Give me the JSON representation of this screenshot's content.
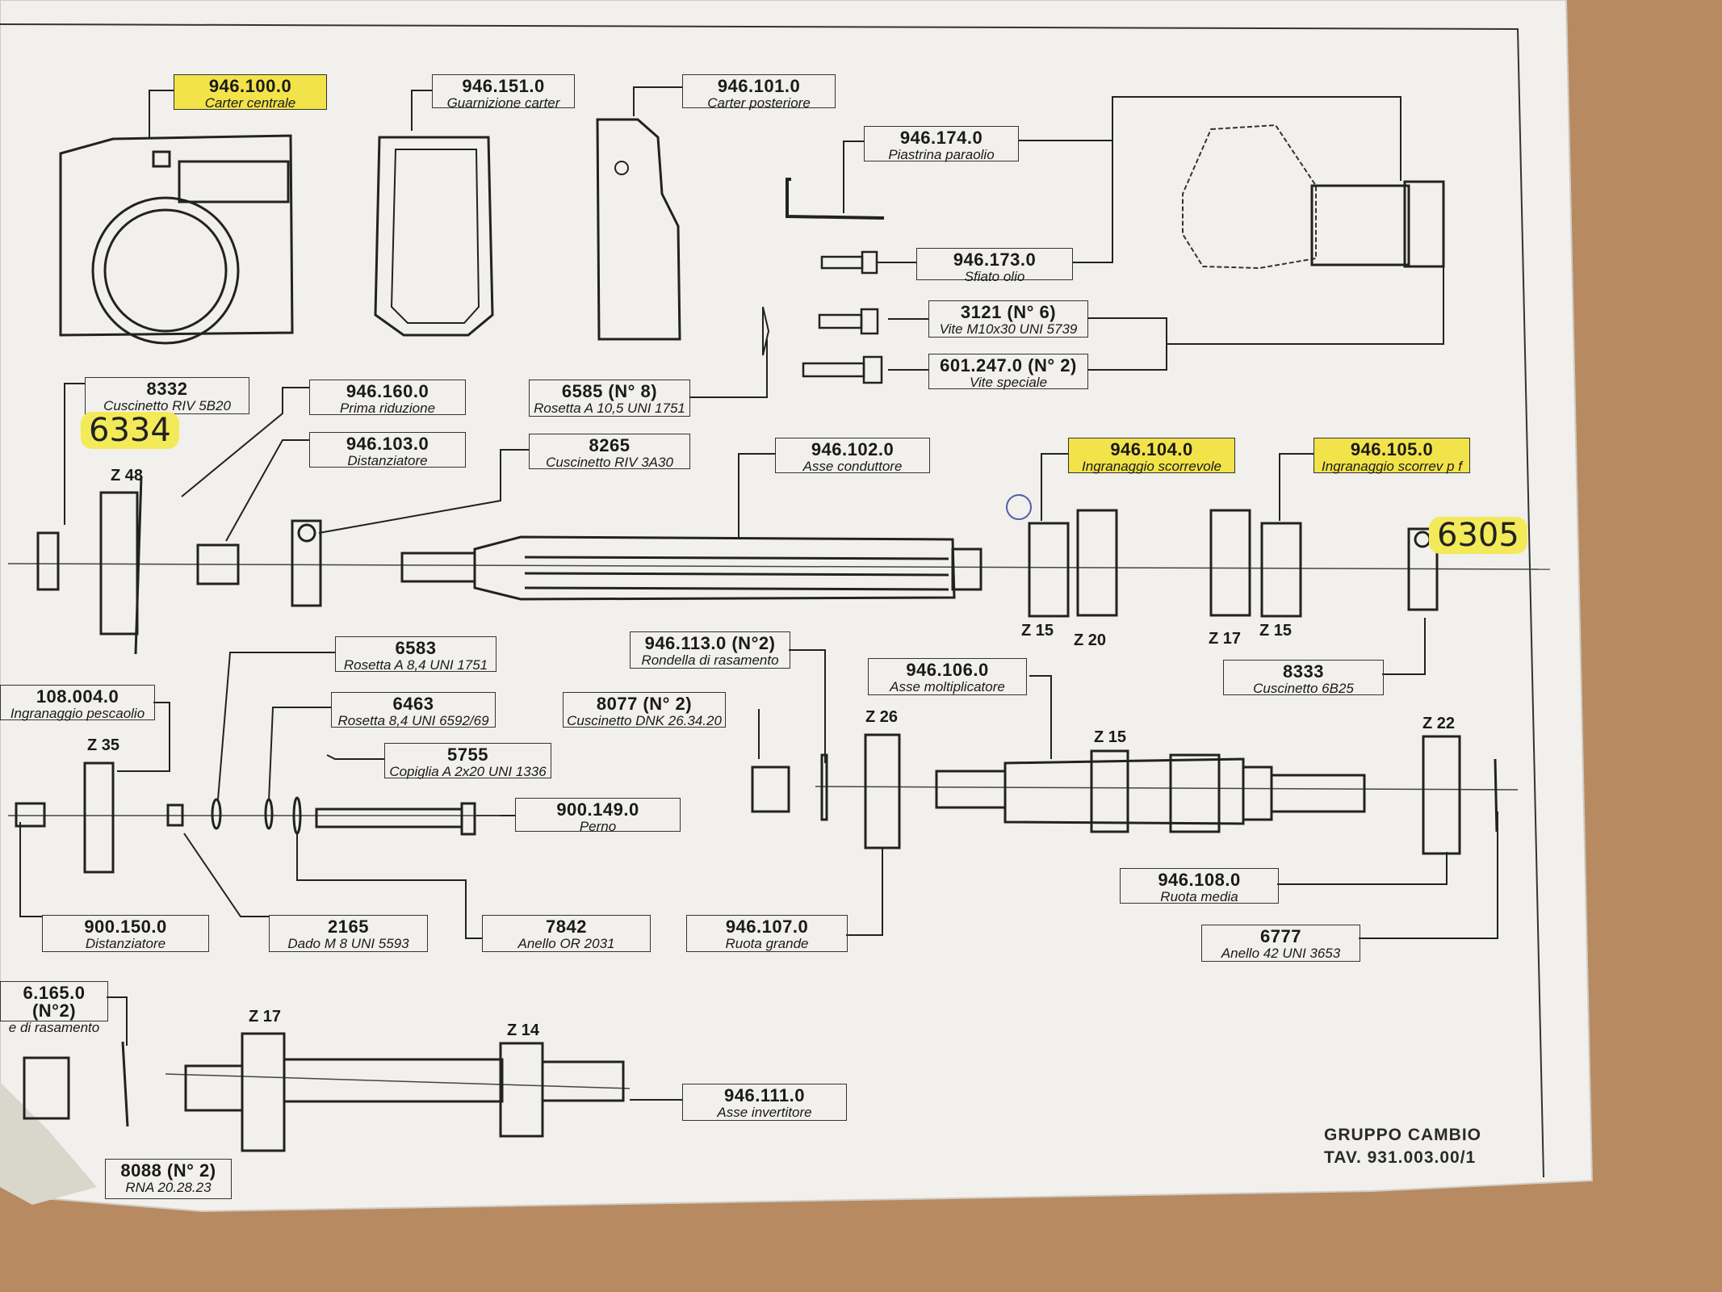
{
  "title": {
    "name": "GRUPPO CAMBIO",
    "table": "TAV. 931.003.00/1"
  },
  "parts": [
    {
      "number": "946.100.0",
      "name": "Carter centrale"
    },
    {
      "number": "946.151.0",
      "name": "Guarnizione carter"
    },
    {
      "number": "946.101.0",
      "name": "Carter posteriore"
    },
    {
      "number": "946.174.0",
      "name": "Piastrina paraolio"
    },
    {
      "number": "946.173.0",
      "name": "Sfiato olio"
    },
    {
      "number": "3121  (N° 6)",
      "name": "Vite M10x30 UNI 5739"
    },
    {
      "number": "601.247.0  (N° 2)",
      "name": "Vite speciale"
    },
    {
      "number": "8332",
      "name": "Cuscinetto RIV 5B20"
    },
    {
      "number": "946.160.0",
      "name": "Prima riduzione"
    },
    {
      "number": "946.103.0",
      "name": "Distanziatore"
    },
    {
      "number": "6585  (N° 8)",
      "name": "Rosetta A 10,5 UNI 1751"
    },
    {
      "number": "8265",
      "name": "Cuscinetto RIV 3A30"
    },
    {
      "number": "946.102.0",
      "name": "Asse conduttore"
    },
    {
      "number": "946.104.0",
      "name": "Ingranaggio scorrevole"
    },
    {
      "number": "946.105.0",
      "name": "Ingranaggio scorrev p f"
    },
    {
      "number": "6583",
      "name": "Rosetta A 8,4 UNI 1751"
    },
    {
      "number": "946.113.0  (N°2)",
      "name": "Rondella di rasamento"
    },
    {
      "number": "946.106.0",
      "name": "Asse moltiplicatore"
    },
    {
      "number": "8333",
      "name": "Cuscinetto 6B25"
    },
    {
      "number": "108.004.0",
      "name": "Ingranaggio pescaolio"
    },
    {
      "number": "6463",
      "name": "Rosetta 8,4 UNI 6592/69"
    },
    {
      "number": "8077  (N° 2)",
      "name": "Cuscinetto DNK 26.34.20"
    },
    {
      "number": "5755",
      "name": "Copiglia A 2x20 UNI 1336"
    },
    {
      "number": "900.149.0",
      "name": "Perno"
    },
    {
      "number": "946.108.0",
      "name": "Ruota media"
    },
    {
      "number": "900.150.0",
      "name": "Distanziatore"
    },
    {
      "number": "2165",
      "name": "Dado M 8 UNI 5593"
    },
    {
      "number": "7842",
      "name": "Anello OR 2031"
    },
    {
      "number": "946.107.0",
      "name": "Ruota grande"
    },
    {
      "number": "6777",
      "name": "Anello 42 UNI 3653"
    },
    {
      "number": "6.165.0  (N°2)",
      "name": "e di rasamento"
    },
    {
      "number": "946.111.0",
      "name": "Asse invertitore"
    },
    {
      "number": "8088  (N° 2)",
      "name": "RNA 20.28.23"
    }
  ],
  "gear_labels": [
    "Z 48",
    "Z 15",
    "Z 20",
    "Z 17",
    "Z 15",
    "Z 26",
    "Z 15",
    "Z 22",
    "Z 35",
    "Z 17",
    "Z 14"
  ],
  "handwritten": [
    "6334",
    "6305"
  ],
  "colors": {
    "highlight": "#f2e34a",
    "paper": "#f1f0ec",
    "table": "#b88a62",
    "ink": "#222222"
  }
}
